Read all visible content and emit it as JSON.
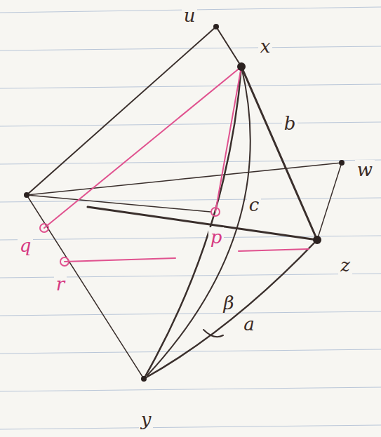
{
  "diagram": {
    "labels": [
      "u",
      "x",
      "b",
      "w",
      "c",
      "z",
      "p",
      "q",
      "r",
      "β",
      "a",
      "y"
    ]
  }
}
